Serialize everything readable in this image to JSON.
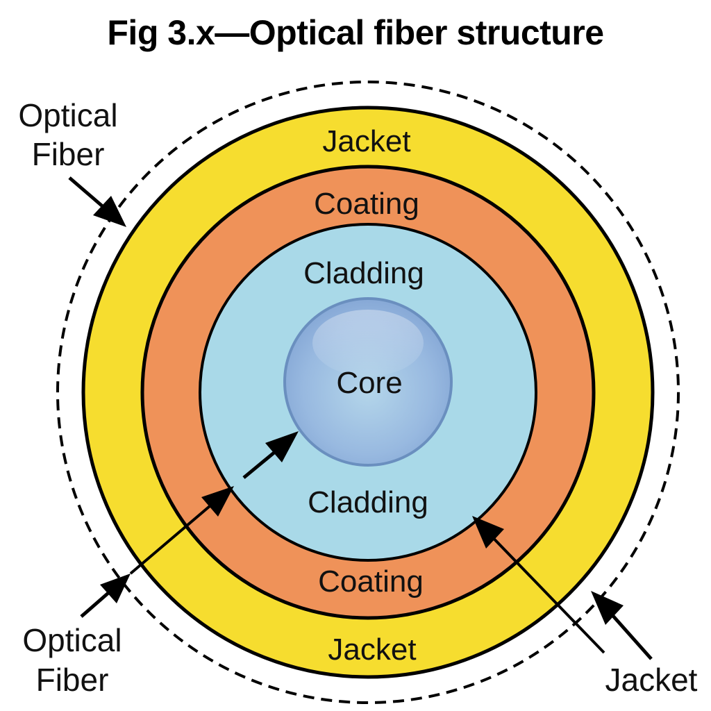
{
  "title": "Fig 3.x—Optical fiber structure",
  "colors": {
    "jacket": "#f6dd2f",
    "coating": "#ef9259",
    "cladding": "#a9d9e8",
    "core": "#92b5de",
    "core_edge": "#6a8fbf",
    "outline": "#000000"
  },
  "layers": {
    "jacket_top": "Jacket",
    "coating_top": "Coating",
    "cladding_top": "Cladding",
    "core": "Core",
    "cladding_bottom": "Cladding",
    "coating_bottom": "Coating",
    "jacket_bottom": "Jacket"
  },
  "callouts": {
    "optical_fiber_top": [
      "Optical",
      "Fiber"
    ],
    "optical_fiber_bottom": [
      "Optical",
      "Fiber"
    ],
    "jacket_bottom_right": "Jacket"
  }
}
